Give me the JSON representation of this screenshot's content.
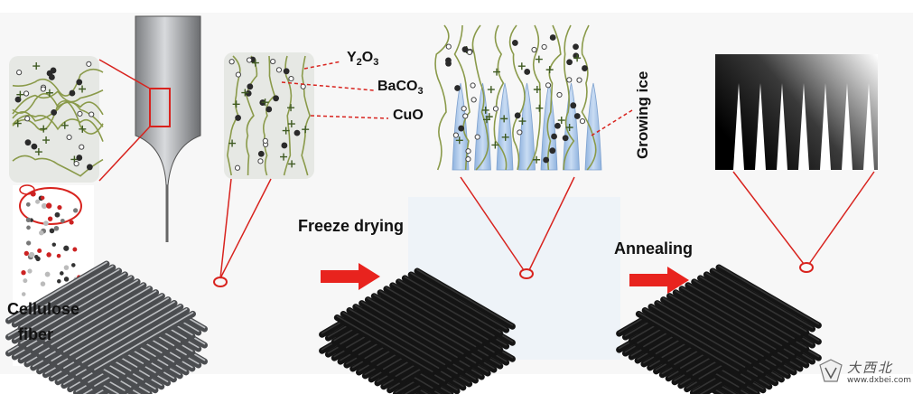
{
  "labels": {
    "y2o3": "Y2O3",
    "baco3": "BaCO3",
    "cuo": "CuO",
    "growing_ice": "Growing ice",
    "freeze_drying": "Freeze drying",
    "annealing": "Annealing",
    "cellulose_fiber": "Cellulose fiber"
  },
  "formulas": {
    "y2o3": [
      {
        "t": "Y"
      },
      {
        "t": "2",
        "sub": true
      },
      {
        "t": "O"
      },
      {
        "t": "3",
        "sub": true
      }
    ],
    "baco3": [
      {
        "t": "BaCO"
      },
      {
        "t": "3",
        "sub": true
      }
    ]
  },
  "cellulose_lines": [
    "Cellulose",
    "fiber"
  ],
  "watermark": {
    "name": "大西北",
    "url": "www.dxbei.com"
  },
  "colors": {
    "fiber_green": "#8a9a4a",
    "ice_blue": "#a9c4e6",
    "arrow_red": "#e8231e",
    "callout_red": "#d8231e",
    "scaffold_dark": "#1d1d1d"
  }
}
